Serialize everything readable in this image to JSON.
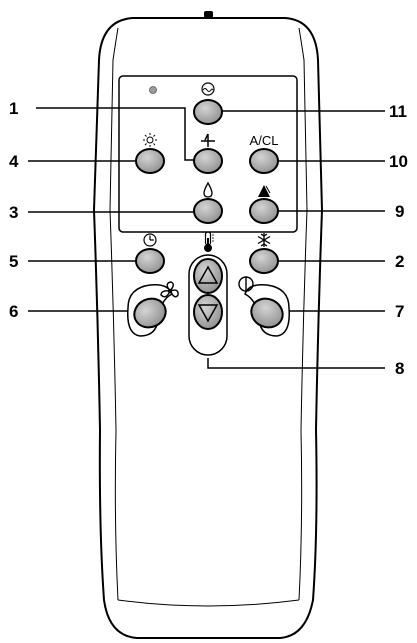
{
  "callouts": {
    "c1": "1",
    "c2": "2",
    "c3": "3",
    "c4": "4",
    "c5": "5",
    "c6": "6",
    "c7": "7",
    "c8": "8",
    "c9": "9",
    "c10": "10",
    "c11": "11"
  },
  "buttons": {
    "acl_label": "A/CL"
  },
  "colors": {
    "button_fill": "#a6a6a6",
    "body_fill": "#ffffff",
    "outline": "#000000"
  }
}
